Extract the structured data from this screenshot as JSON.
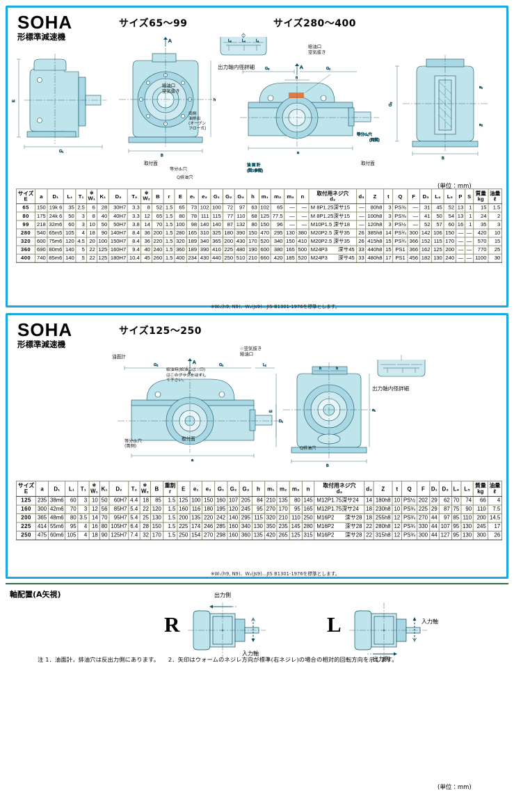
{
  "document": {
    "brand": "SOHA",
    "brand_sub": "形標準減速機",
    "unit_label": "(単位：mm)"
  },
  "panel1": {
    "size_title_left": "サイズ65〜99",
    "size_title_right": "サイズ280〜400",
    "labels": {
      "bore_detail": "出力軸内径詳細",
      "oil_filler": "給油口",
      "air_vent": "空気抜き",
      "oil_gauge": "油面計",
      "mount_face": "取付面",
      "drain_plug": "Q排油穴",
      "equal_div": "等分d₄穴",
      "section_a": "A",
      "bearing_note": "両側\n油排出\n(オープン\nフロー式)",
      "see_fig1": "(図1参照)",
      "same_fig": "(同図)",
      "oil_gauge_2": "油 面 計",
      "ref_fig1": "(図1参照)"
    },
    "table": {
      "headers": [
        {
          "label": "サイズ",
          "sub": "E"
        },
        {
          "label": "a"
        },
        {
          "label": "D₁"
        },
        {
          "label": "L₁"
        },
        {
          "label": "T₁"
        },
        {
          "label": "W₁",
          "mark": "※"
        },
        {
          "label": "K₁"
        },
        {
          "label": "D₂"
        },
        {
          "label": "T₂"
        },
        {
          "label": "W₂",
          "mark": "※"
        },
        {
          "label": "B"
        },
        {
          "label": "r"
        },
        {
          "label": "E"
        },
        {
          "label": "e₁"
        },
        {
          "label": "e₂"
        },
        {
          "label": "G₁"
        },
        {
          "label": "G₂"
        },
        {
          "label": "G₃"
        },
        {
          "label": "h"
        },
        {
          "label": "m₁"
        },
        {
          "label": "m₂"
        },
        {
          "label": "m₃"
        },
        {
          "label": "n"
        },
        {
          "label": "取付用ネジ穴",
          "sub": "d₂"
        },
        {
          "label": "d₃"
        },
        {
          "label": "Z"
        },
        {
          "label": "t"
        },
        {
          "label": "Q"
        },
        {
          "label": "F"
        },
        {
          "label": "D₃"
        },
        {
          "label": "L₄"
        },
        {
          "label": "L₅"
        },
        {
          "label": "P"
        },
        {
          "label": "S"
        },
        {
          "label": "質量",
          "sub": "kg"
        },
        {
          "label": "油量",
          "sub": "ℓ"
        }
      ],
      "rows": [
        [
          "65",
          "150",
          "19k 6",
          "35",
          "2.5",
          "6",
          "28",
          "30H7",
          "3.3",
          "8",
          "52",
          "1.5",
          "65",
          "73",
          "102",
          "100",
          "72",
          "97",
          "63",
          "102",
          "65",
          "—",
          "—",
          "M 8P1.25深サ15",
          "—",
          "80h8",
          "3",
          "PS⅜",
          "—",
          "31",
          "45",
          "52",
          "13",
          "1",
          "15",
          "1.5"
        ],
        [
          "80",
          "175",
          "24k 6",
          "50",
          "3",
          "8",
          "40",
          "40H7",
          "3.3",
          "12",
          "65",
          "1.5",
          "80",
          "78",
          "111",
          "115",
          "77",
          "110",
          "68",
          "125",
          "77.5",
          "—",
          "—",
          "M 8P1.25深サ15",
          "—",
          "100h8",
          "3",
          "PS⅜",
          "—",
          "41",
          "50",
          "54",
          "13",
          "1",
          "24",
          "2"
        ],
        [
          "99",
          "218",
          "32m6",
          "60",
          "3",
          "10",
          "50",
          "50H7",
          "3.8",
          "14",
          "70",
          "1.5",
          "100",
          "98",
          "140",
          "140",
          "87",
          "132",
          "80",
          "150",
          "96",
          "—",
          "—",
          "M10P1.5 深サ18",
          "—",
          "120h8",
          "3",
          "PS½",
          "—",
          "52",
          "57",
          "60",
          "16",
          "1",
          "35",
          "3"
        ],
        [
          "280",
          "540",
          "65m5",
          "105",
          "4",
          "18",
          "90",
          "140H7",
          "8.4",
          "36",
          "200",
          "1.5",
          "280",
          "165",
          "310",
          "325",
          "180",
          "390",
          "150",
          "470",
          "295",
          "130",
          "380",
          "M20P2.5 深サ35",
          "26",
          "385h8",
          "14",
          "PS¾",
          "300",
          "142",
          "106",
          "150",
          "—",
          "—",
          "420",
          "10"
        ],
        [
          "320",
          "600",
          "75m6",
          "120",
          "4.5",
          "20",
          "100",
          "150H7",
          "8.4",
          "36",
          "220",
          "1.5",
          "320",
          "189",
          "340",
          "365",
          "200",
          "430",
          "170",
          "520",
          "340",
          "150",
          "410",
          "M20P2.5 深サ35",
          "26",
          "415h8",
          "15",
          "PS¾",
          "366",
          "152",
          "115",
          "170",
          "—",
          "—",
          "570",
          "15"
        ],
        [
          "360",
          "690",
          "80m6",
          "140",
          "5",
          "22",
          "125",
          "160H7",
          "9.4",
          "40",
          "240",
          "1.5",
          "360",
          "189",
          "390",
          "410",
          "225",
          "480",
          "190",
          "600",
          "380",
          "165",
          "500",
          "M24P3　　深サ45",
          "33",
          "440h8",
          "15",
          "PS1",
          "366",
          "162",
          "125",
          "200",
          "—",
          "—",
          "770",
          "25"
        ],
        [
          "400",
          "740",
          "85m6",
          "140",
          "5",
          "22",
          "125",
          "180H7",
          "10.4",
          "45",
          "260",
          "1.5",
          "400",
          "234",
          "430",
          "440",
          "250",
          "510",
          "210",
          "660",
          "420",
          "185",
          "520",
          "M24P3　　深サ45",
          "33",
          "480h8",
          "17",
          "PS1",
          "456",
          "182",
          "130",
          "240",
          "—",
          "—",
          "1100",
          "30"
        ]
      ],
      "note": "※W₁(h9, N9)、W₂(Js9)…JIS B1301-1976を標準とします。"
    }
  },
  "panel2": {
    "size_title": "サイズ125〜250",
    "labels": {
      "oil_gauge": "油面計",
      "air_vent_filler": "☆空気抜き\n給油口",
      "filler_note": "給油時(給油口は☆印)\nはこのプラグをはずし\nて下さい。",
      "mount_face": "取付面",
      "equal_div": "等分d₄穴\n(両側)",
      "drain": "Q排油穴",
      "bore_detail": "出力軸内径詳細",
      "section_a": "A"
    },
    "table": {
      "headers": [
        {
          "label": "サイズ",
          "sub": "E"
        },
        {
          "label": "a"
        },
        {
          "label": "D₁"
        },
        {
          "label": "L₁"
        },
        {
          "label": "T₁"
        },
        {
          "label": "W₁",
          "mark": "※"
        },
        {
          "label": "K₁"
        },
        {
          "label": "D₂"
        },
        {
          "label": "T₂"
        },
        {
          "label": "W₂",
          "mark": "※"
        },
        {
          "label": "B"
        },
        {
          "label": "重割",
          "sub": "r"
        },
        {
          "label": "E"
        },
        {
          "label": "e₁"
        },
        {
          "label": "e₂"
        },
        {
          "label": "G₁"
        },
        {
          "label": "G₂"
        },
        {
          "label": "G₃"
        },
        {
          "label": "h"
        },
        {
          "label": "m₁"
        },
        {
          "label": "m₂"
        },
        {
          "label": "m₃"
        },
        {
          "label": "n"
        },
        {
          "label": "取付用ネジ穴",
          "sub": "d₂"
        },
        {
          "label": "d₃"
        },
        {
          "label": "Z"
        },
        {
          "label": "t"
        },
        {
          "label": "Q"
        },
        {
          "label": "F"
        },
        {
          "label": "D₁"
        },
        {
          "label": "D₃"
        },
        {
          "label": "L₄"
        },
        {
          "label": "L₅"
        },
        {
          "label": "質量",
          "sub": "kg"
        },
        {
          "label": "油量",
          "sub": "ℓ"
        }
      ],
      "rows": [
        [
          "125",
          "235",
          "38m6",
          "60",
          "3",
          "10",
          "50",
          "60H7",
          "4.4",
          "18",
          "85",
          "1.5",
          "125",
          "100",
          "150",
          "160",
          "107",
          "205",
          "84",
          "210",
          "135",
          "80",
          "145",
          "M12P1.75深サ24",
          "14",
          "180h8",
          "10",
          "PS½",
          "202",
          "29",
          "62",
          "70",
          "74",
          "66",
          "4"
        ],
        [
          "160",
          "300",
          "42m6",
          "70",
          "3",
          "12",
          "56",
          "85H7",
          "5.4",
          "22",
          "120",
          "1.5",
          "160",
          "116",
          "180",
          "195",
          "120",
          "245",
          "95",
          "270",
          "170",
          "95",
          "165",
          "M12P1.75深サ24",
          "18",
          "230h8",
          "10",
          "PS¾",
          "225",
          "29",
          "87",
          "75",
          "90",
          "110",
          "7.5"
        ],
        [
          "200",
          "365",
          "48m6",
          "80",
          "3.5",
          "14",
          "70",
          "95H7",
          "5.4",
          "25",
          "130",
          "1.5",
          "200",
          "135",
          "220",
          "242",
          "140",
          "295",
          "115",
          "320",
          "210",
          "110",
          "250",
          "M16P2　　深サ28",
          "18",
          "255h8",
          "12",
          "PS¾",
          "270",
          "44",
          "97",
          "85",
          "110",
          "200",
          "14.5"
        ],
        [
          "225",
          "414",
          "55m6",
          "95",
          "4",
          "16",
          "80",
          "105H7",
          "6.4",
          "28",
          "150",
          "1.5",
          "225",
          "174",
          "246",
          "285",
          "160",
          "340",
          "130",
          "350",
          "235",
          "145",
          "280",
          "M16P2　　深サ28",
          "22",
          "280h8",
          "12",
          "PS¾",
          "330",
          "44",
          "107",
          "95",
          "130",
          "245",
          "17"
        ],
        [
          "250",
          "475",
          "60m6",
          "105",
          "4",
          "18",
          "90",
          "125H7",
          "7.4",
          "32",
          "170",
          "1.5",
          "250",
          "154",
          "270",
          "298",
          "160",
          "360",
          "135",
          "420",
          "265",
          "125",
          "315",
          "M16P2　　深サ28",
          "22",
          "315h8",
          "12",
          "PS¾",
          "300",
          "44",
          "127",
          "95",
          "130",
          "300",
          "26"
        ]
      ],
      "note": "※W₁(h9, N9)、W₂(Js9)…JIS B1301-1976を標準とします。"
    }
  },
  "bottom": {
    "section_title": "軸配置(A矢視)",
    "r_letter": "R",
    "l_letter": "L",
    "r_output_label": "出力側",
    "r_input_label": "入力軸",
    "l_output_label": "出力側",
    "l_input_label": "入力軸",
    "note": "注  1．油面計，排油穴は反出力側にあります。　　2．矢印はウォームのネジレ方向が標準(右ネジレ)の場合の相対的回転方向を示します。"
  },
  "colors": {
    "panel_border": "#19a9e0",
    "drawing_fill": "#bfe4ec",
    "drawing_line": "#0b4f5e",
    "table_grid": "#8b8f6f",
    "rule_green": "#2a6e3f"
  }
}
